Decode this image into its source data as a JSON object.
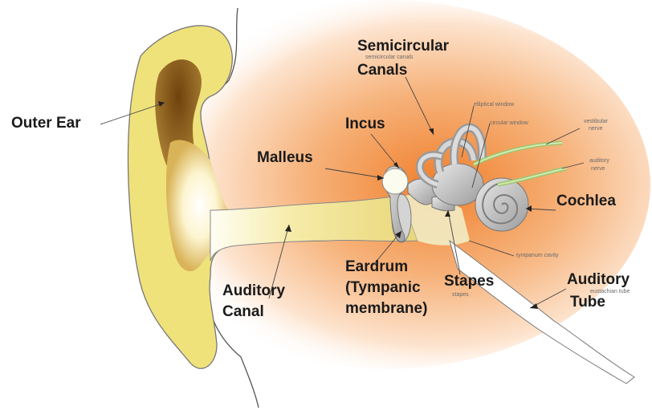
{
  "labels": {
    "outer_ear": "Outer Ear",
    "semicircular_line1": "Semicircular",
    "semicircular_line2": "Canals",
    "incus": "Incus",
    "malleus": "Malleus",
    "cochlea": "Cochlea",
    "auditory_canal_line1": "Auditory",
    "auditory_canal_line2": "Canal",
    "eardrum_line1": "Eardrum",
    "eardrum_line2": "(Tympanic",
    "eardrum_line3": "membrane)",
    "stapes": "Stapes",
    "auditory_tube_line1": "Auditory",
    "auditory_tube_line2": "Tube"
  },
  "sublabels": {
    "semicircular": "semicircular canals",
    "elliptical_window": "elliptical window",
    "circular_window": "circular window",
    "vestibular_nerve_1": "vestibular",
    "vestibular_nerve_2": "nerve",
    "auditory_nerve_1": "auditory",
    "auditory_nerve_2": "nerve",
    "tympanum_cavity": "tympanum cavity",
    "stapes": "stapes",
    "eustachian_tube": "eustachian tube"
  },
  "colors": {
    "ear_yellow": "#f0e27a",
    "ear_dark": "#8a5a14",
    "bone_gray": "#b4b4b4",
    "background_glow": "#f28c3c",
    "nerve_green": "#b5d98a"
  }
}
